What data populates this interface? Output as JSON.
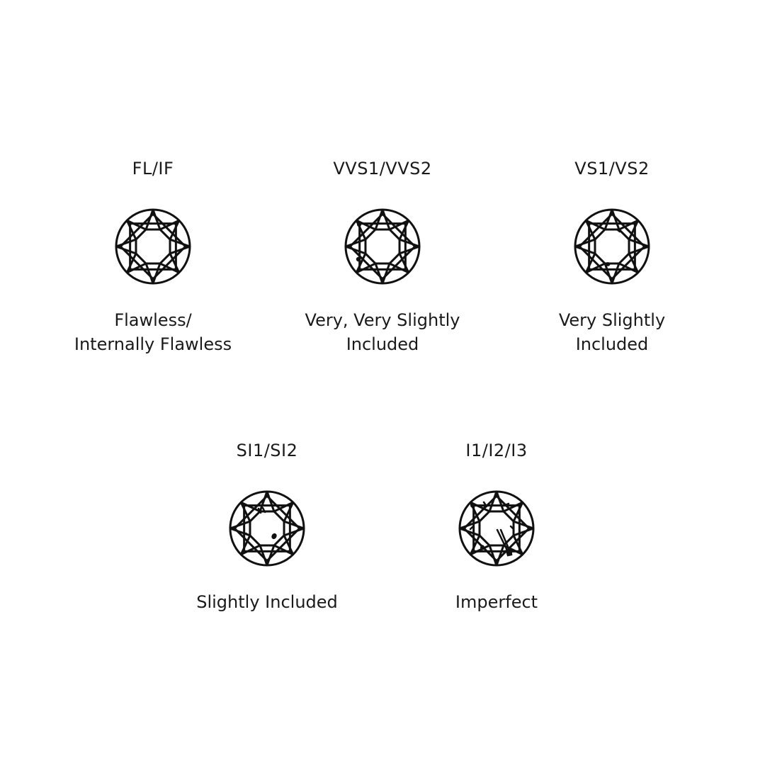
{
  "grades": [
    {
      "code": "FL/IF",
      "name_lines": [
        "Flawless/",
        "Internally Flawless"
      ],
      "icon": "round-diamond-icon"
    },
    {
      "code": "VVS1/VVS2",
      "name_lines": [
        "Very, Very Slightly",
        "Included"
      ],
      "icon": "round-diamond-icon"
    },
    {
      "code": "VS1/VS2",
      "name_lines": [
        "Very Slightly",
        "Included"
      ],
      "icon": "round-diamond-icon"
    },
    {
      "code": "SI1/SI2",
      "name_lines": [
        "Slightly Included"
      ],
      "icon": "round-diamond-icon"
    },
    {
      "code": "I1/I2/I3",
      "name_lines": [
        "Imperfect"
      ],
      "icon": "round-diamond-icon"
    }
  ],
  "colors": {
    "ink": "#111111",
    "background": "#ffffff"
  }
}
